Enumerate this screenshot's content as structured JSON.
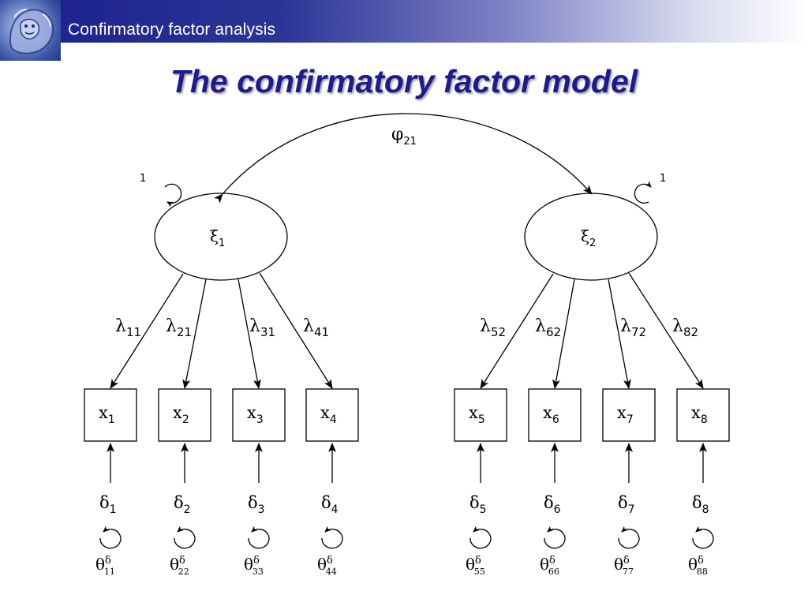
{
  "header": {
    "banner_title": "Confirmatory factor analysis",
    "logo_icon": "lion-crest-logo"
  },
  "slide": {
    "title": "The confirmatory factor model"
  },
  "colors": {
    "banner_dark": "#1b1f8c",
    "title_text": "#1c1b8f",
    "diagram_ink": "#000000"
  },
  "diagram": {
    "covariance": {
      "symbol": "φ",
      "sub": "21"
    },
    "factors": [
      {
        "symbol": "ξ",
        "sub": "1",
        "variance_label": "1"
      },
      {
        "symbol": "ξ",
        "sub": "2",
        "variance_label": "1"
      }
    ],
    "loadings": [
      {
        "symbol": "λ",
        "sub": "11"
      },
      {
        "symbol": "λ",
        "sub": "21"
      },
      {
        "symbol": "λ",
        "sub": "31"
      },
      {
        "symbol": "λ",
        "sub": "41"
      },
      {
        "symbol": "λ",
        "sub": "52"
      },
      {
        "symbol": "λ",
        "sub": "62"
      },
      {
        "symbol": "λ",
        "sub": "72"
      },
      {
        "symbol": "λ",
        "sub": "82"
      }
    ],
    "indicators": [
      {
        "symbol": "x",
        "sub": "1"
      },
      {
        "symbol": "x",
        "sub": "2"
      },
      {
        "symbol": "x",
        "sub": "3"
      },
      {
        "symbol": "x",
        "sub": "4"
      },
      {
        "symbol": "x",
        "sub": "5"
      },
      {
        "symbol": "x",
        "sub": "6"
      },
      {
        "symbol": "x",
        "sub": "7"
      },
      {
        "symbol": "x",
        "sub": "8"
      }
    ],
    "errors": [
      {
        "symbol": "δ",
        "sub": "1"
      },
      {
        "symbol": "δ",
        "sub": "2"
      },
      {
        "symbol": "δ",
        "sub": "3"
      },
      {
        "symbol": "δ",
        "sub": "4"
      },
      {
        "symbol": "δ",
        "sub": "5"
      },
      {
        "symbol": "δ",
        "sub": "6"
      },
      {
        "symbol": "δ",
        "sub": "7"
      },
      {
        "symbol": "δ",
        "sub": "8"
      }
    ],
    "error_variances": [
      {
        "symbol": "θ",
        "sup": "δ",
        "sub": "11"
      },
      {
        "symbol": "θ",
        "sup": "δ",
        "sub": "22"
      },
      {
        "symbol": "θ",
        "sup": "δ",
        "sub": "33"
      },
      {
        "symbol": "θ",
        "sup": "δ",
        "sub": "44"
      },
      {
        "symbol": "θ",
        "sup": "δ",
        "sub": "55"
      },
      {
        "symbol": "θ",
        "sup": "δ",
        "sub": "66"
      },
      {
        "symbol": "θ",
        "sup": "δ",
        "sub": "77"
      },
      {
        "symbol": "θ",
        "sup": "δ",
        "sub": "88"
      }
    ]
  }
}
